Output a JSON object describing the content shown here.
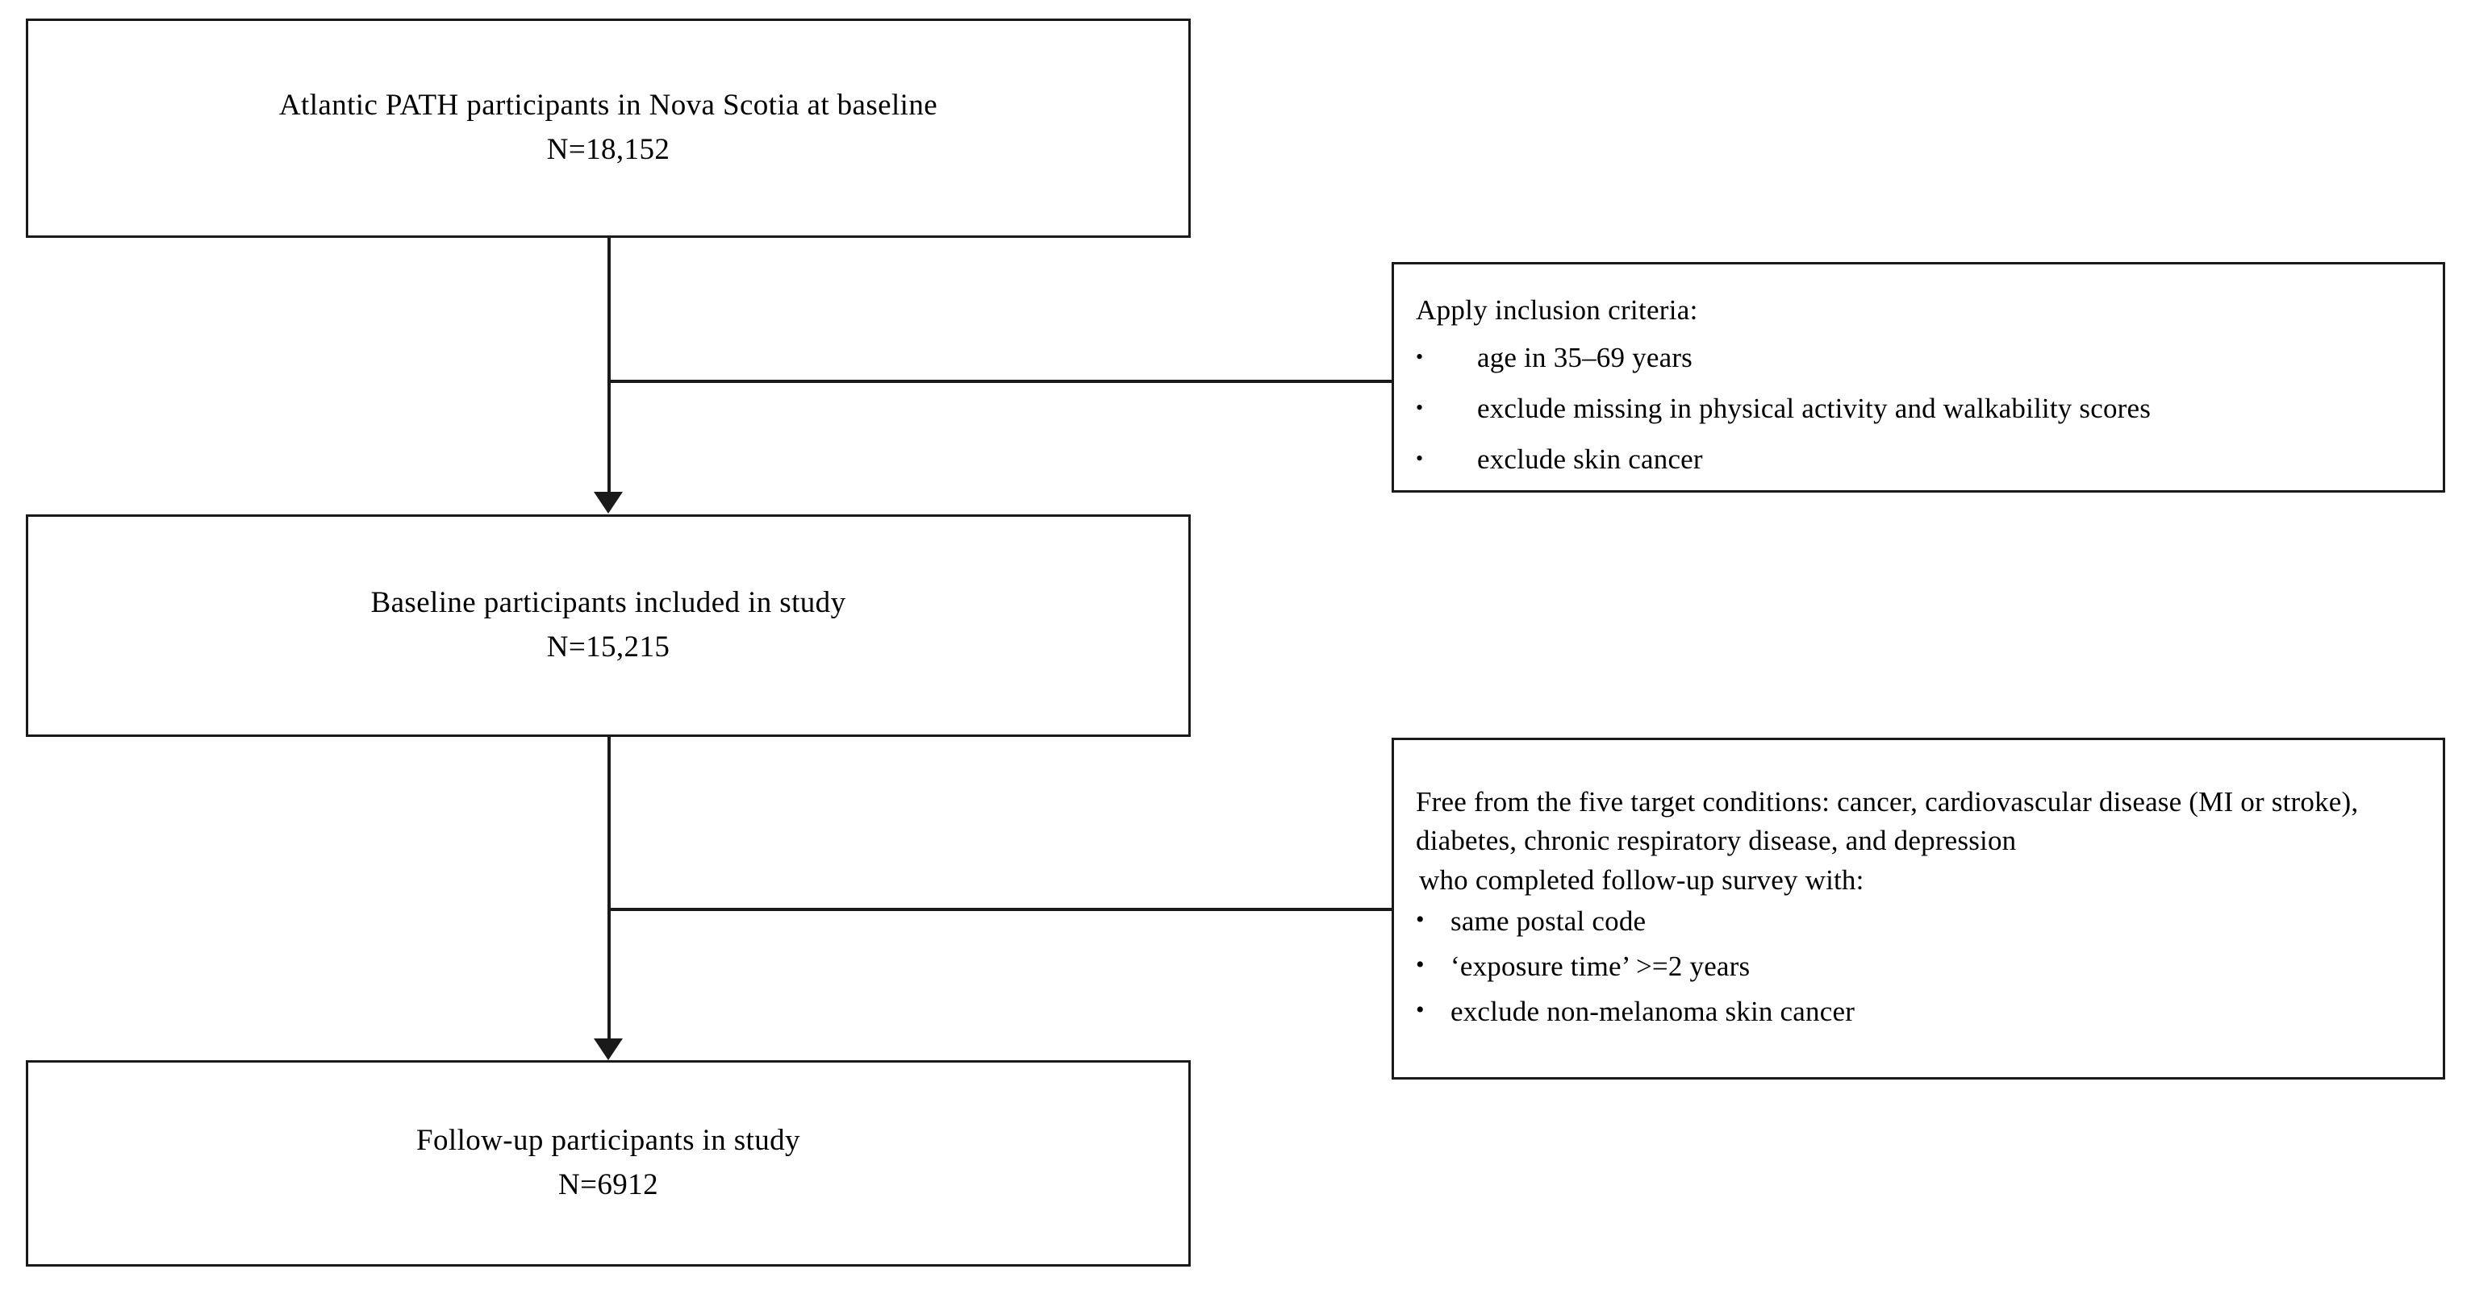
{
  "figure": {
    "type": "participant-flow-diagram",
    "boxes": {
      "baseline_population": {
        "line1": "Atlantic  PATH participants  in  Nova Scotia  at baseline",
        "line2": "N=18,152"
      },
      "baseline_included": {
        "line1": "Baseline  participants  included  in study",
        "line2": "N=15,215"
      },
      "followup_included": {
        "line1": "Follow-up  participants  in study",
        "line2": "N=6912"
      }
    },
    "criteria": {
      "inclusion": {
        "heading": "Apply inclusion  criteria:",
        "bullet_glyph": "•",
        "items": [
          "age in  35–69 years",
          "exclude  missing  in physical  activity  and walkability  scores",
          "exclude  skin cancer"
        ]
      },
      "followup": {
        "paragraph": "Free from  the five  target conditions:  cancer, cardiovascular  disease (MI or stroke), diabetes,  chronic  respiratory  disease,  and depression",
        "subheading": "who completed  follow-up  survey  with:",
        "bullet_glyph": "•",
        "items": [
          "same postal code",
          "‘exposure  time’  >=2 years",
          "exclude  non-melanoma  skin cancer"
        ]
      }
    },
    "colors": {
      "stroke": "#1a1a1a",
      "background": "#ffffff",
      "text": "#000000"
    }
  }
}
